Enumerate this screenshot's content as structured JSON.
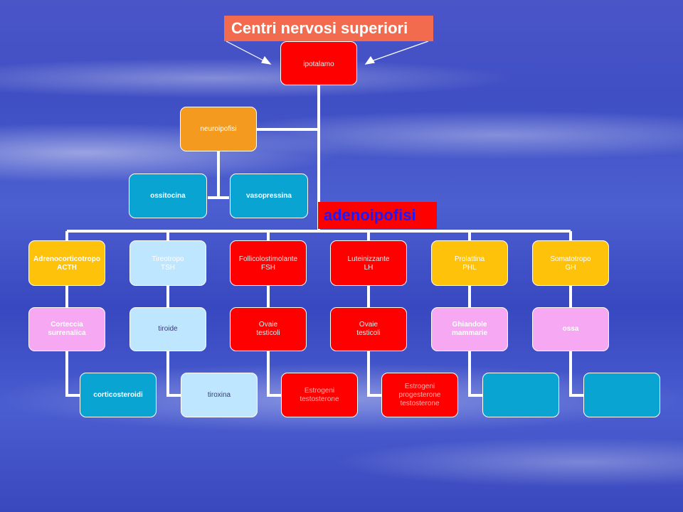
{
  "callouts": {
    "title": "Centri nervosi superiori",
    "adenoipofisi": "adenoipofisi"
  },
  "nodes": {
    "ipotalamo": "ipotalamo",
    "neuroipofisi": "neuroipofisi",
    "ossitocina": "ossitocina",
    "vasopressina": "vasopressina",
    "acth": "Adrenocorticotropo\nACTH",
    "tsh": "Tireotropo\nTSH",
    "fsh": "Follicolostimolante\nFSH",
    "lh": "Luteinizzante\nLH",
    "phl": "Prolattina\nPHL",
    "gh": "Somatotropo\nGH",
    "corteccia": "Corteccia\nsurrenalica",
    "tiroide": "tiroide",
    "ovaie1": "Ovaie\ntesticoli",
    "ovaie2": "Ovaie\ntesticoli",
    "ghiandole": "Ghiandole\nmammarie",
    "ossa": "ossa",
    "corticosteroidi": "corticosteroidi",
    "tiroxina": "tiroxina",
    "estrogeni1": "Estrogeni\ntestosterone",
    "estrogeni2": "Estrogeni\nprogesterone\ntestosterone",
    "empty1": "",
    "empty2": ""
  },
  "colors": {
    "callout_bg": "#f26b4f",
    "callout2_bg": "#ff0000",
    "callout2_text": "#1a1aff",
    "connector": "#ffffff",
    "arrow": "#ffffff"
  }
}
